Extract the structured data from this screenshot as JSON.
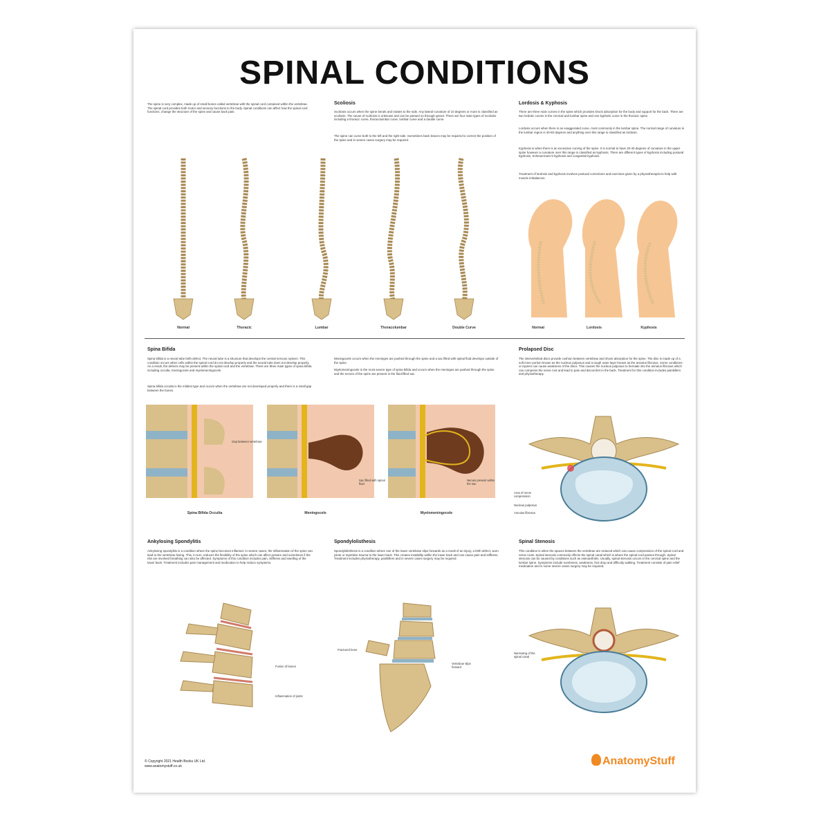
{
  "title": "SPINAL CONDITIONS",
  "intro": {
    "text": "The spine is very complex, made up of small bones called vertebrae with the spinal cord contained within the vertebrae. The spinal cord provides both motor and sensory functions to the body. Spinal conditions can affect how the spinal cord functions, change the structure of the spine and cause back pain."
  },
  "scoliosis": {
    "heading": "Scoliosis",
    "text1": "Scoliosis occurs when the spine bends and rotates to the side. Any lateral curvature of 10 degrees or more is classified as scoliosis. The cause of scoliosis is unknown and can be passed on through genes. There are four main types of scoliosis including a thoracic curve, thoracolumbar curve, lumbar curve and a double curve.",
    "text2": "The spine can curve both to the left and the right side. Sometimes back braces may be required to correct the position of the spine and in severe cases surgery may be required.",
    "captions": [
      "Normal",
      "Thoracic",
      "Lumbar",
      "Thoracolumbar",
      "Double Curve"
    ]
  },
  "lordosis": {
    "heading": "Lordosis & Kyphosis",
    "text1": "There are three main curves in the spine which provides shock absorption for the body and support for the back. There are two lordotic curves in the cervical and lumbar spine and one kyphotic curve in the thoracic spine.",
    "text2": "Lordosis occurs when there is an exaggerated curve, most commonly in the lumbar spine. The normal range of curvature in the lumbar region is 40-60 degrees and anything over this range is classified as lordosis.",
    "text3": "Kyphosis is when there is an excessive curving of the spine. It is normal to have 20-40 degrees of curvature in the upper spine however a curvature over this range is classified as kyphosis. There are different types of kyphosis including postural kyphosis, Scheuermann's kyphosis and congenital kyphosis.",
    "text4": "Treatment of lordosis and kyphosis involves postural corrections and exercises given by a physiotherapist to help with muscle imbalances.",
    "captions": [
      "Normal",
      "Lordosis",
      "Kyphosis"
    ]
  },
  "spina_bifida": {
    "heading": "Spina Bifida",
    "text1": "Spina bifida is a neural tube birth defect. The neural tube is a structure that develops the central nervous system. This condition occurs when cells within the spinal cord do not develop properly and the neural tube does not develop properly. As a result, the defects may be present within the spinal cord and the vertebrae. There are three main types of spina bifida including occulta, meningocele and myelomeningocele.",
    "text2": "Spina bifida occulta is the mildest type and occurs when the vertebrae are not developed properly and there is a small gap between the bones.",
    "text3": "Meningocele occurs when the meninges are pushed through the spine and a sac filled with spinal fluid develops outside of the spine.",
    "text4": "Myelomeningocele is the most severe type of spina bifida and occurs when the meninges are pushed through the spine and the nerves of the spine are present in the fluid-filled sac.",
    "captions": [
      "Spina Bifida Occulta",
      "Meningocele",
      "Myelomeningocele"
    ],
    "labels": [
      "Gap between vertebrae",
      "Sac filled with spinal fluid",
      "Nerves present within the sac"
    ]
  },
  "prolapsed": {
    "heading": "Prolapsed Disc",
    "text": "The intervertebral discs provide cushion between vertebrae and shock absorption for the spine. The disc is made up of a soft inner portion known as the nucleus pulposus and a tough outer layer known as the annulus fibrosus. Some conditions or injuries can cause weakness of the discs. This causes the nucleus pulposus to herniate into the annulus fibrosus which can compress the nerve root and lead to pain and discomfort in the back. Treatment for this condition includes painkillers and physiotherapy.",
    "labels": [
      "Area of nerve compression",
      "Nucleus pulposus",
      "Annulus fibrosus"
    ]
  },
  "ankylosing": {
    "heading": "Ankylosing Spondylitis",
    "text": "Ankylosing spondylitis is a condition where the spine becomes inflamed. In severe cases, the inflammation of the spine can lead to the vertebrae fusing. This, in turn, reduces the flexibility of the spine which can affect posture and sometimes if the ribs are involved breathing can also be affected. Symptoms of this condition includes pain, stiffness and swelling of the lower back. Treatment includes pain management and medication to help reduce symptoms.",
    "labels": [
      "Fusion of bones",
      "Inflammation of joints"
    ]
  },
  "spondylolisthesis": {
    "heading": "Spondylolisthesis",
    "text": "Spondylolisthesis is a condition where one of the lower vertebrae slips forwards as a result of an injury, a birth defect, worn joints or repetitive trauma to the lower back. This creates instability within the lower back and can cause pain and stiffness. Treatment includes physiotherapy, painkillers and in severe cases surgery may be required.",
    "labels": [
      "Fractured bone",
      "Vertebrae slips forward"
    ]
  },
  "stenosis": {
    "heading": "Spinal Stenosis",
    "text": "This condition is when the spaces between the vertebrae are reduced which can cause compression of the spinal cord and nerve roots. Spinal stenosis commonly effects the spinal canal which is where the spinal cord passes through. Spinal stenosis can be caused by conditions such as osteoarthritis. Usually, spinal stenosis occurs in the cervical spine and the lumbar spine. Symptoms include numbness, weakness, foot drop and difficulty walking. Treatment consists of pain relief medication and in some severe cases surgery may be required.",
    "labels": [
      "Narrowing of the spinal canal"
    ]
  },
  "footer": {
    "copyright": "© Copyright 2021 Health Books UK Ltd.",
    "website": "www.anatomystuff.co.uk",
    "brand": "AnatomyStuff"
  },
  "colors": {
    "bone": "#d9bf8a",
    "bone_dark": "#a88a55",
    "disc": "#8fb3c6",
    "skin": "#f6c594",
    "cord": "#e3b51c",
    "sac": "#6e3b1f",
    "brand": "#f08a24"
  }
}
